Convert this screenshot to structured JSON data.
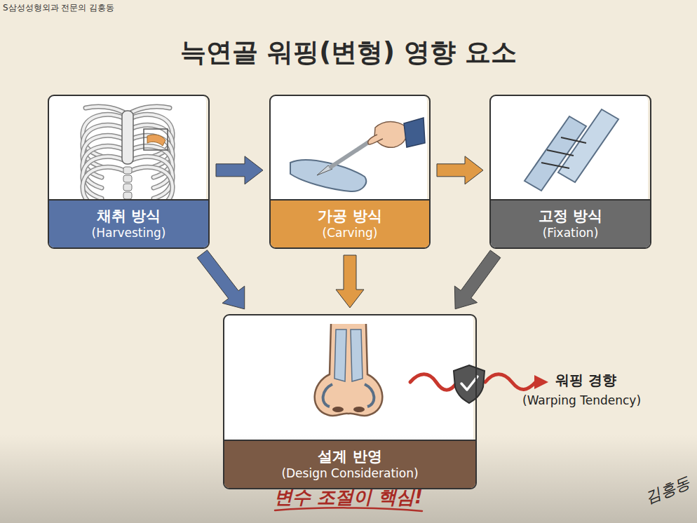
{
  "diagram": {
    "title": "늑연골 워핑(변형) 영향 요소",
    "nodes": [
      {
        "text": [
          "채취 방식",
          "(Harvesting)"
        ]
      },
      {
        "text": [
          "가공 방식",
          "(Carving)"
        ]
      },
      {
        "text": [
          "고정 방식",
          "(Fixation)"
        ]
      },
      {
        "text": [
          "설계 반영",
          "(Design Consideration)"
        ]
      }
    ],
    "edges": [
      {
        "from": 0,
        "to": 1,
        "arrow": "to"
      },
      {
        "from": 1,
        "to": 2,
        "arrow": "to"
      },
      {
        "from": 0,
        "to": 3,
        "arrow": "to"
      },
      {
        "from": 1,
        "to": 3,
        "arrow": "to"
      },
      {
        "from": 2,
        "to": 3,
        "arrow": "to"
      }
    ],
    "labels": [
      "S삼성성형외과 전문의 김흥동",
      "워핑 경향",
      "(Warping Tendency)",
      "변수 조절이 핵심!",
      "김흥동"
    ]
  }
}
